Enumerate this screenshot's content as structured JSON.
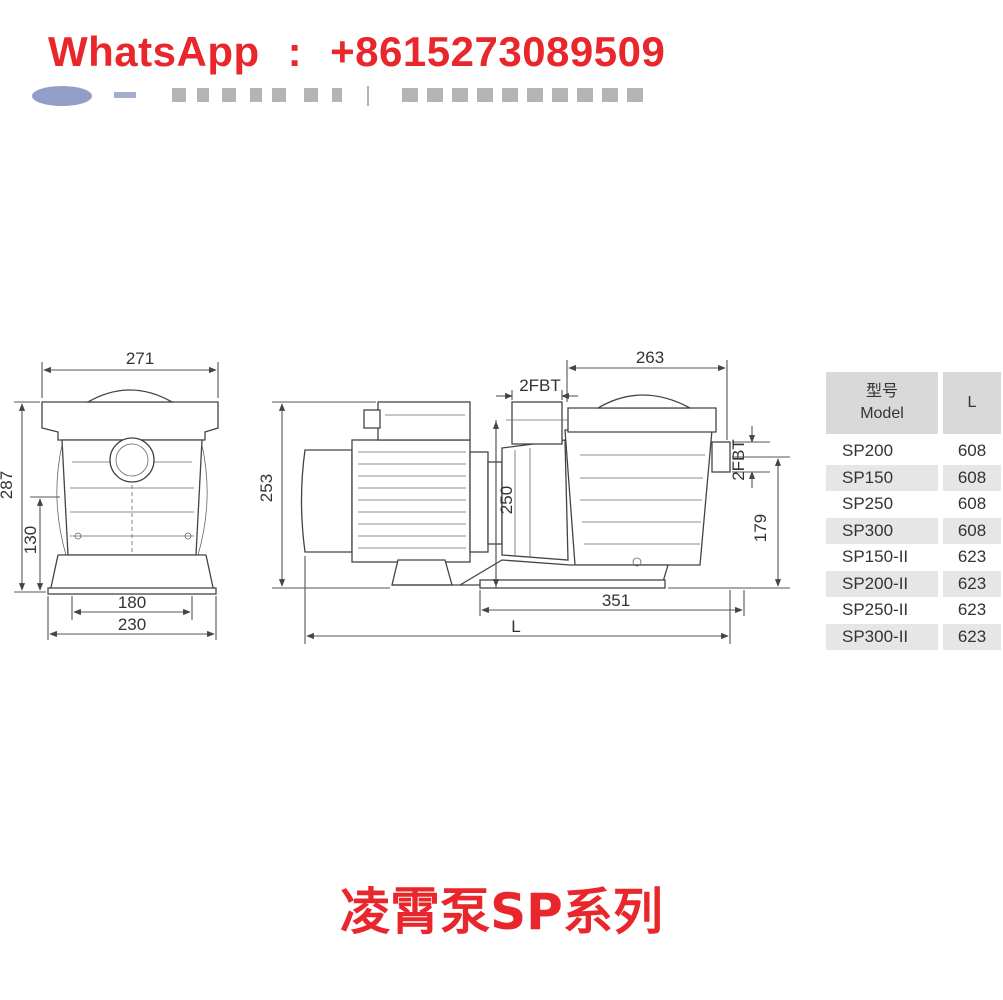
{
  "watermark": {
    "label": "WhatsApp",
    "separator": ":",
    "phone": "+8615273089509"
  },
  "caption": "凌霄泵SP系列",
  "dimensions": {
    "front_width_top": "271",
    "front_height": "287",
    "front_axis_height": "130",
    "front_base_inner": "180",
    "front_base_outer": "230",
    "side_top_length": "263",
    "side_outlet": "2FBT",
    "side_inlet": "2FBT",
    "side_height": "253",
    "side_inlet_center": "250",
    "side_axis_height": "179",
    "side_base_length": "351",
    "side_total_length": "L"
  },
  "table": {
    "header_model_cn": "型号",
    "header_model_en": "Model",
    "header_length": "L",
    "rows": [
      {
        "model": "SP200",
        "length": "608"
      },
      {
        "model": "SP150",
        "length": "608"
      },
      {
        "model": "SP250",
        "length": "608"
      },
      {
        "model": "SP300",
        "length": "608"
      },
      {
        "model": "SP150-II",
        "length": "623"
      },
      {
        "model": "SP200-II",
        "length": "623"
      },
      {
        "model": "SP250-II",
        "length": "623"
      },
      {
        "model": "SP300-II",
        "length": "623"
      }
    ]
  },
  "colors": {
    "accent_red": "#e8262b",
    "line_gray": "#555555",
    "table_gray": "#d9d9d9"
  }
}
